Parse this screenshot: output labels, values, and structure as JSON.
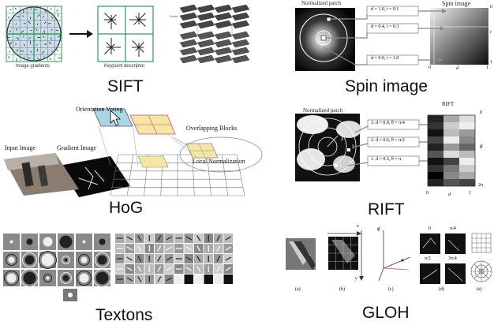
{
  "titles": {
    "sift": "SIFT",
    "spin": "Spin image",
    "hog": "HoG",
    "rift": "RIFT",
    "textons": "Textons",
    "gloh": "GLOH"
  },
  "sift": {
    "image_gradients": "Image gradients",
    "keypoint_descriptor": "Keypoint descriptor"
  },
  "spin": {
    "normalized_patch": "Normalized patch",
    "spin_image": "Spin image",
    "label1": "d = 1.0, i = 0.1",
    "label2": "d = 0.4, i = 0.3",
    "label3": "d = 0.0, i = 1.0",
    "axis_top": "0",
    "axis_i": "i",
    "axis_one": "1",
    "axis_x0": "0",
    "axis_d": "d",
    "axis_x1": "1"
  },
  "hog": {
    "orientation_voting": "Orientation Voting",
    "overlapping_blocks": "Overlapping Blocks",
    "input_image": "Input Image",
    "gradient_image": "Gradient Image",
    "local_normalization": "Local Normalization"
  },
  "rift": {
    "normalized_patch": "Normalized patch",
    "title": "RIFT",
    "label3": "3. d = 0.9, θ = π/4",
    "label2": "2. d = 0.6, θ = π/2",
    "label1": "1. d = 0.3, θ = π",
    "p1": "1",
    "p2": "2",
    "p3": "3",
    "axis_top": "0",
    "axis_theta": "θ",
    "axis_2pi": "2π",
    "axis_x0": "0",
    "axis_d": "d",
    "axis_x1": "1"
  },
  "gloh": {
    "cap_a": "(a)",
    "cap_b": "(b)",
    "cap_c": "(c)",
    "cap_d": "(d)",
    "cap_e": "(e)",
    "axis_x": "x",
    "axis_y": "y",
    "axis_phi": "ϕ",
    "d0": "0",
    "dpi4": "π/4",
    "dpi2": "π/2",
    "d3pi4": "3π/4"
  }
}
